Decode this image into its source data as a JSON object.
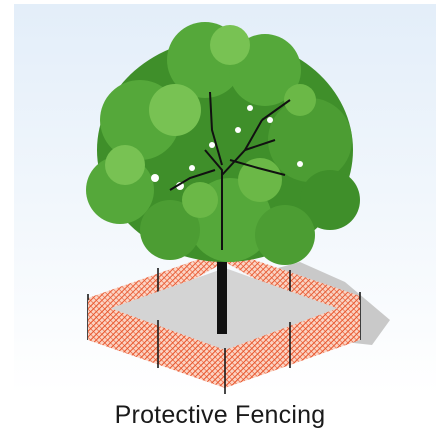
{
  "caption": "Protective Fencing",
  "colors": {
    "sky_top": "#e3eef9",
    "sky_bottom": "#ffffff",
    "canopy_dark": "#3f8f2a",
    "canopy_mid": "#55a83a",
    "canopy_light": "#78c253",
    "trunk": "#111111",
    "ground_shadow": "#c9c9c9",
    "fence_mesh": "#e8542a",
    "fence_post": "#1a1a1a"
  },
  "icons": {
    "tree": "deciduous-tree",
    "fence": "orange-mesh-fence"
  }
}
